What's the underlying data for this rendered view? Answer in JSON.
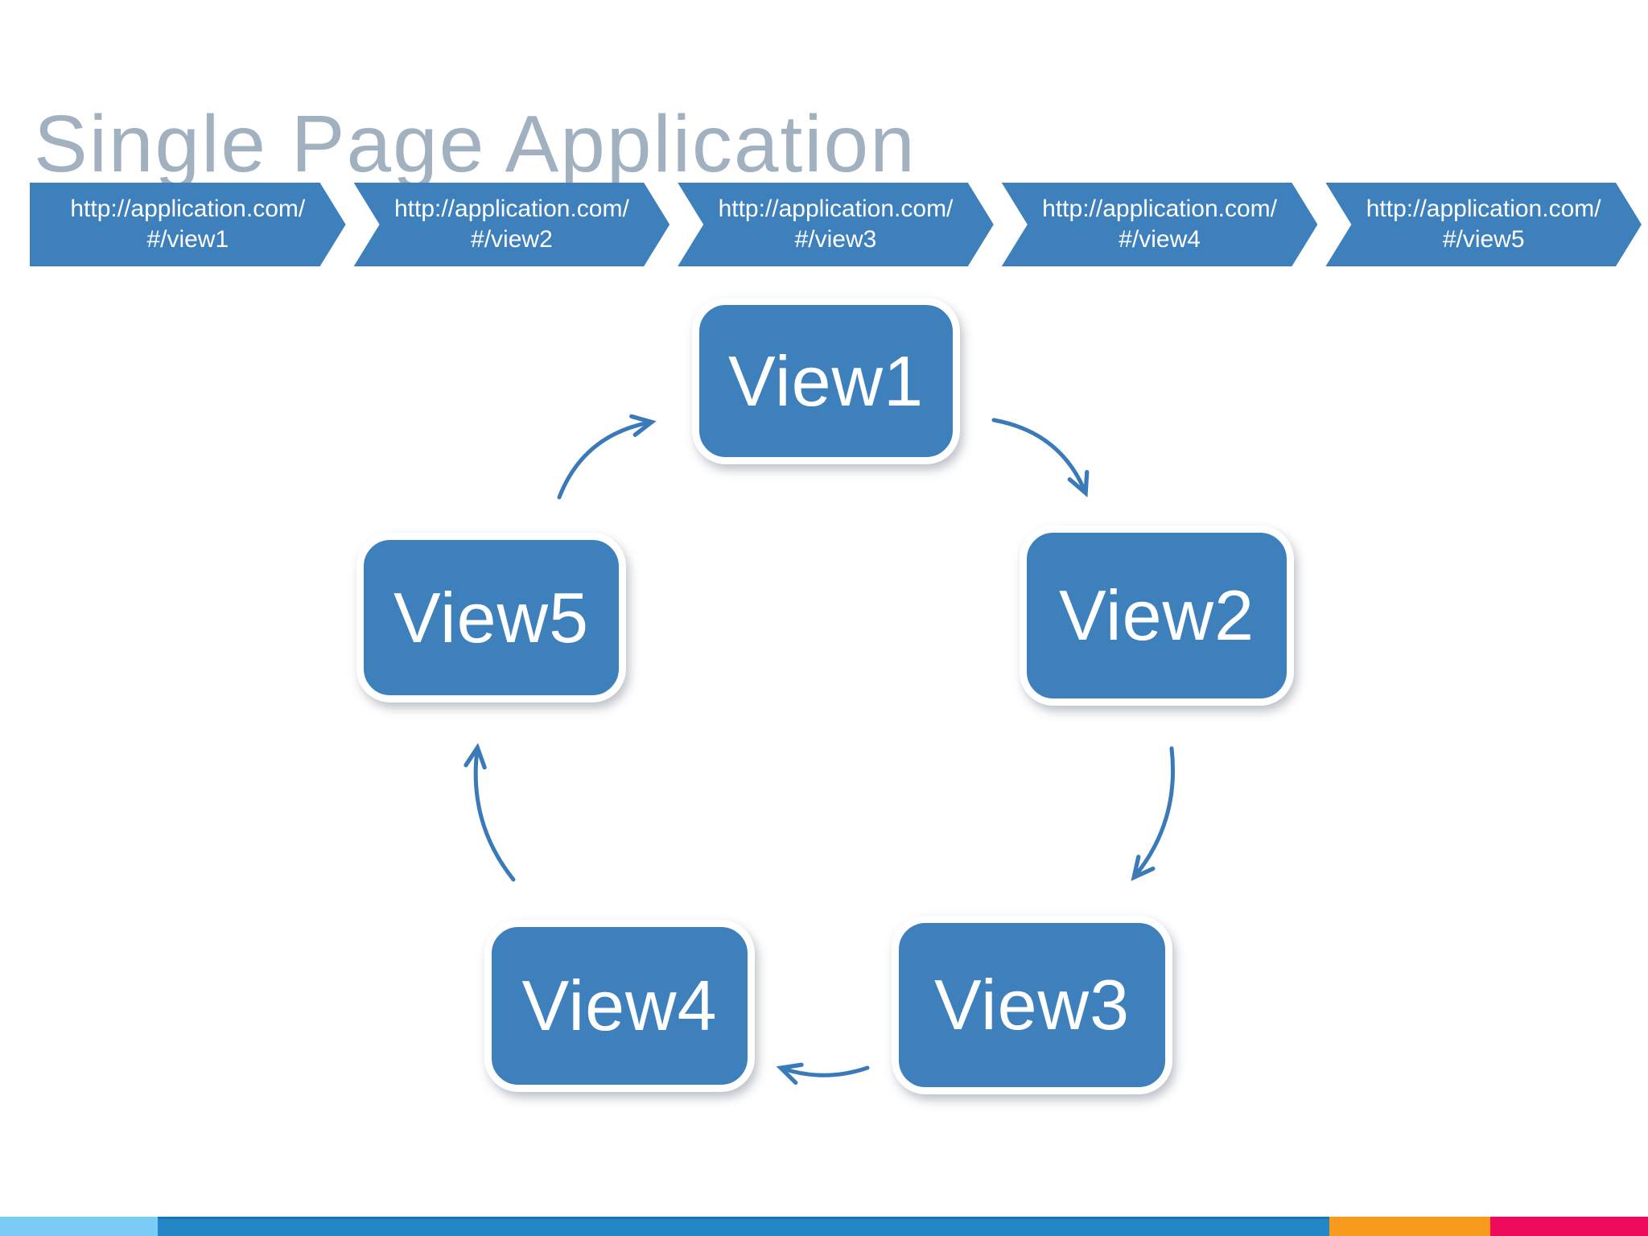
{
  "slide": {
    "title": "Single Page Application",
    "title_color": "#a2b1c0",
    "background_color": "#ffffff"
  },
  "url_ribbon": {
    "fill_color": "#3d80bb",
    "text_color": "#ffffff",
    "items": [
      {
        "line1": "http://application.com/",
        "line2": "#/view1"
      },
      {
        "line1": "http://application.com/",
        "line2": "#/view2"
      },
      {
        "line1": "http://application.com/",
        "line2": "#/view3"
      },
      {
        "line1": "http://application.com/",
        "line2": "#/view4"
      },
      {
        "line1": "http://application.com/",
        "line2": "#/view5"
      }
    ]
  },
  "diagram": {
    "node_fill": "#3d80bb",
    "node_text_color": "#ffffff",
    "arrow_color": "#3a7ab8",
    "nodes": [
      {
        "label": "View1"
      },
      {
        "label": "View2"
      },
      {
        "label": "View3"
      },
      {
        "label": "View4"
      },
      {
        "label": "View5"
      }
    ],
    "arrows": [
      {
        "from": "View1",
        "to": "View2"
      },
      {
        "from": "View2",
        "to": "View3"
      },
      {
        "from": "View3",
        "to": "View4"
      },
      {
        "from": "View4",
        "to": "View5"
      },
      {
        "from": "View5",
        "to": "View1"
      }
    ]
  },
  "footer_bar": {
    "segments": [
      {
        "name": "light-blue",
        "color": "#7bcdf5"
      },
      {
        "name": "blue",
        "color": "#2387c6"
      },
      {
        "name": "orange",
        "color": "#f89a1d"
      },
      {
        "name": "pink",
        "color": "#ee0b5c"
      }
    ]
  }
}
